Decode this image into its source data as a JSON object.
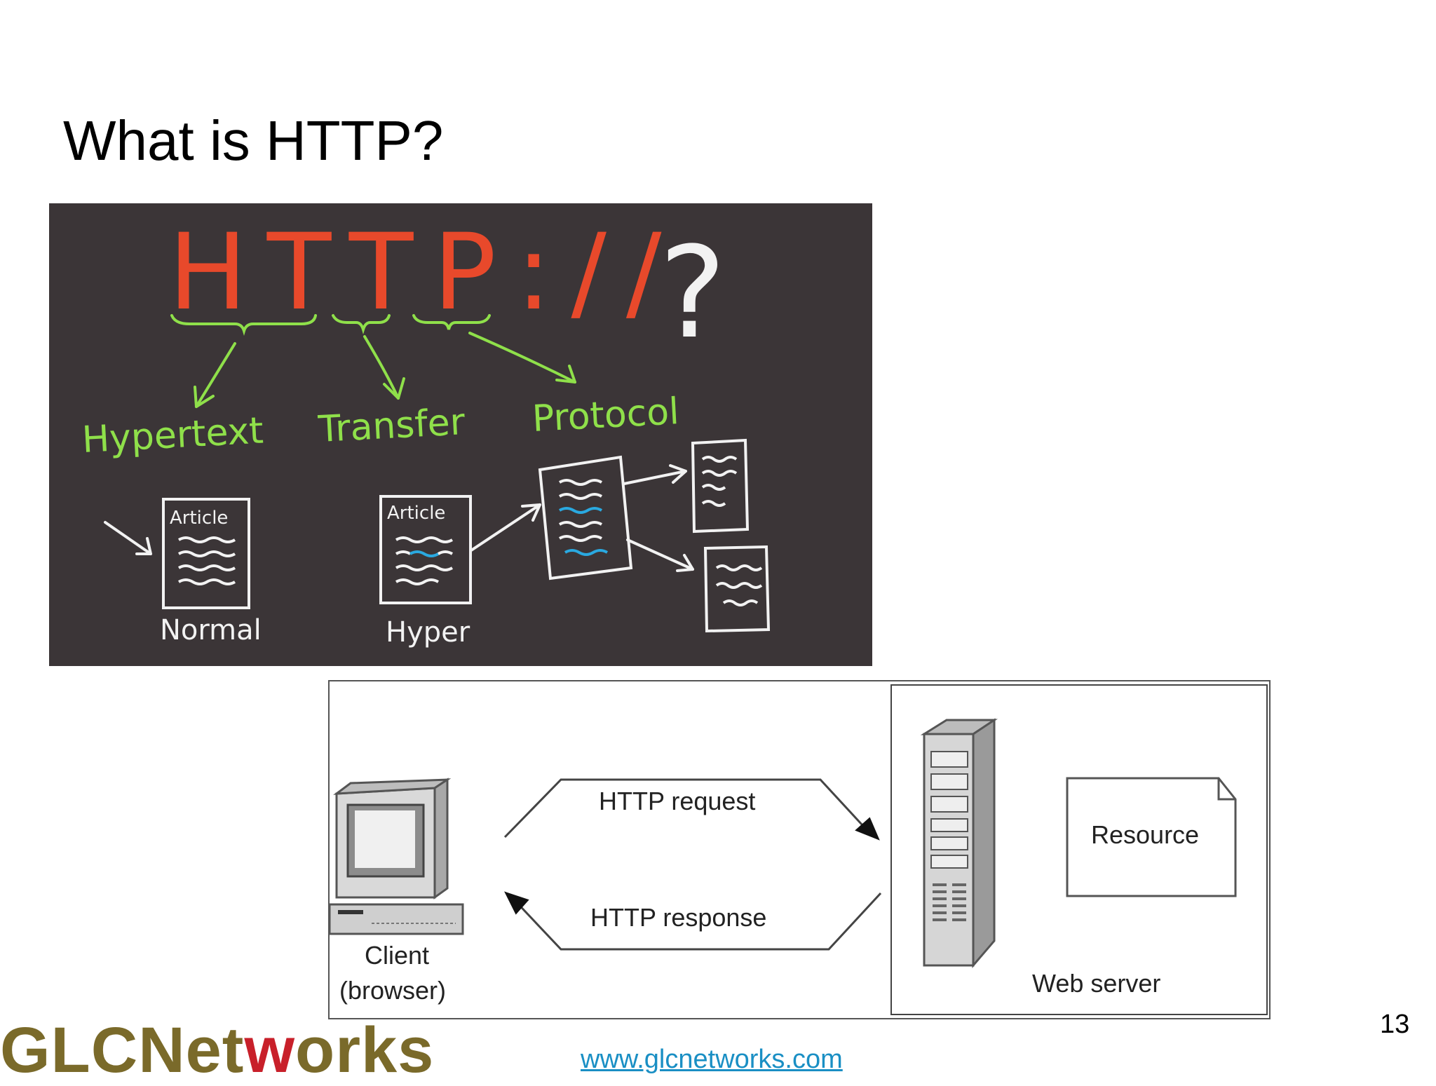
{
  "slide": {
    "title": "What is HTTP?",
    "page_number": "13",
    "footer_link": "www.glcnetworks.com"
  },
  "logo": {
    "text_before": "GLCNet",
    "text_accent": "w",
    "text_after": "orks"
  },
  "whiteboard": {
    "heading": "HTTP://",
    "question_mark": "?",
    "words": [
      "Hypertext",
      "Transfer",
      "Protocol"
    ],
    "doc_normal_title": "Article",
    "doc_hyper_title": "Article",
    "caption_normal": "Normal",
    "caption_hyper": "Hyper",
    "colors": {
      "board": "#3b3537",
      "red": "#e8492b",
      "green": "#8fe04a",
      "blue": "#2aa9e0",
      "white": "#f2f2f2"
    }
  },
  "diagram": {
    "request_label": "HTTP request",
    "response_label": "HTTP response",
    "client_label_line1": "Client",
    "client_label_line2": "(browser)",
    "server_label": "Web server",
    "resource_label": "Resource"
  }
}
